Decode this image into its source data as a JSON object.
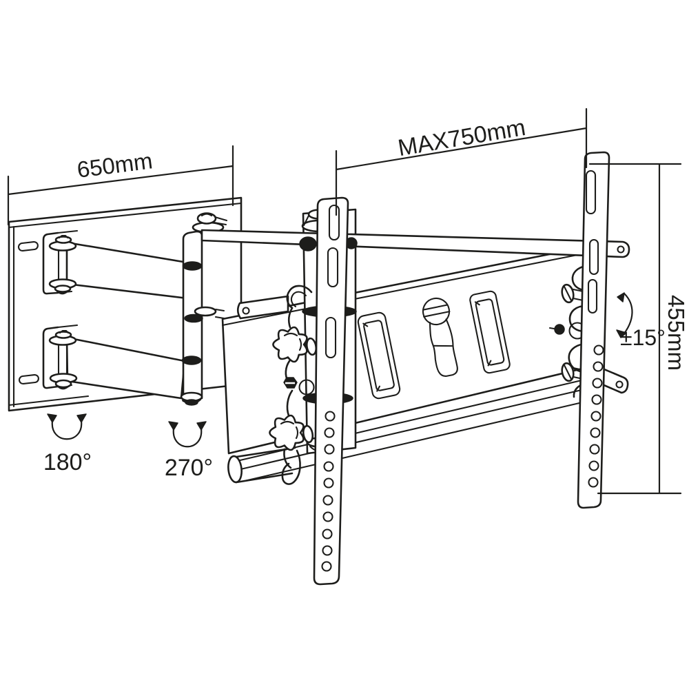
{
  "diagram": {
    "type": "technical-line-drawing",
    "subject": "Articulating TV wall mount bracket dimension diagram",
    "background": "#ffffff",
    "line_color": "#1d1d1b",
    "dimensions": {
      "wall_plate_width": "650mm",
      "max_extension": "MAX750mm",
      "bracket_height": "455mm"
    },
    "angles": {
      "tilt_range": "±15°",
      "swivel_wall_joint": "180°",
      "swivel_elbow_joint": "270°"
    }
  }
}
